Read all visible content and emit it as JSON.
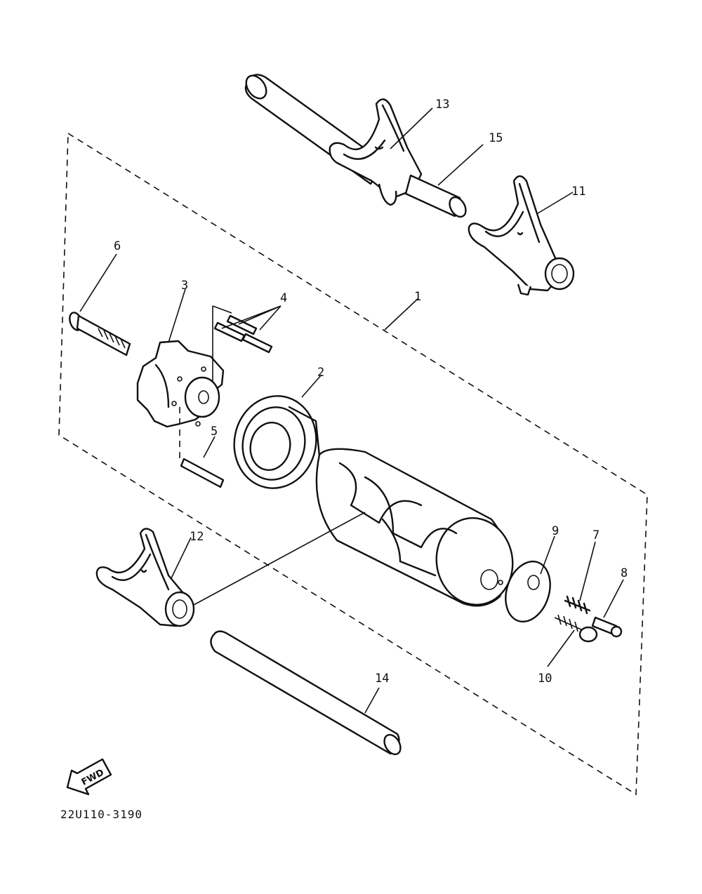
{
  "diagram_code": "22U110-3190",
  "fwd_label": "FWD",
  "callouts": {
    "c1": "1",
    "c2": "2",
    "c3": "3",
    "c4": "4",
    "c5": "5",
    "c6": "6",
    "c7": "7",
    "c8": "8",
    "c9": "9",
    "c10": "10",
    "c11": "11",
    "c12": "12",
    "c13": "13",
    "c14": "14",
    "c15": "15"
  }
}
